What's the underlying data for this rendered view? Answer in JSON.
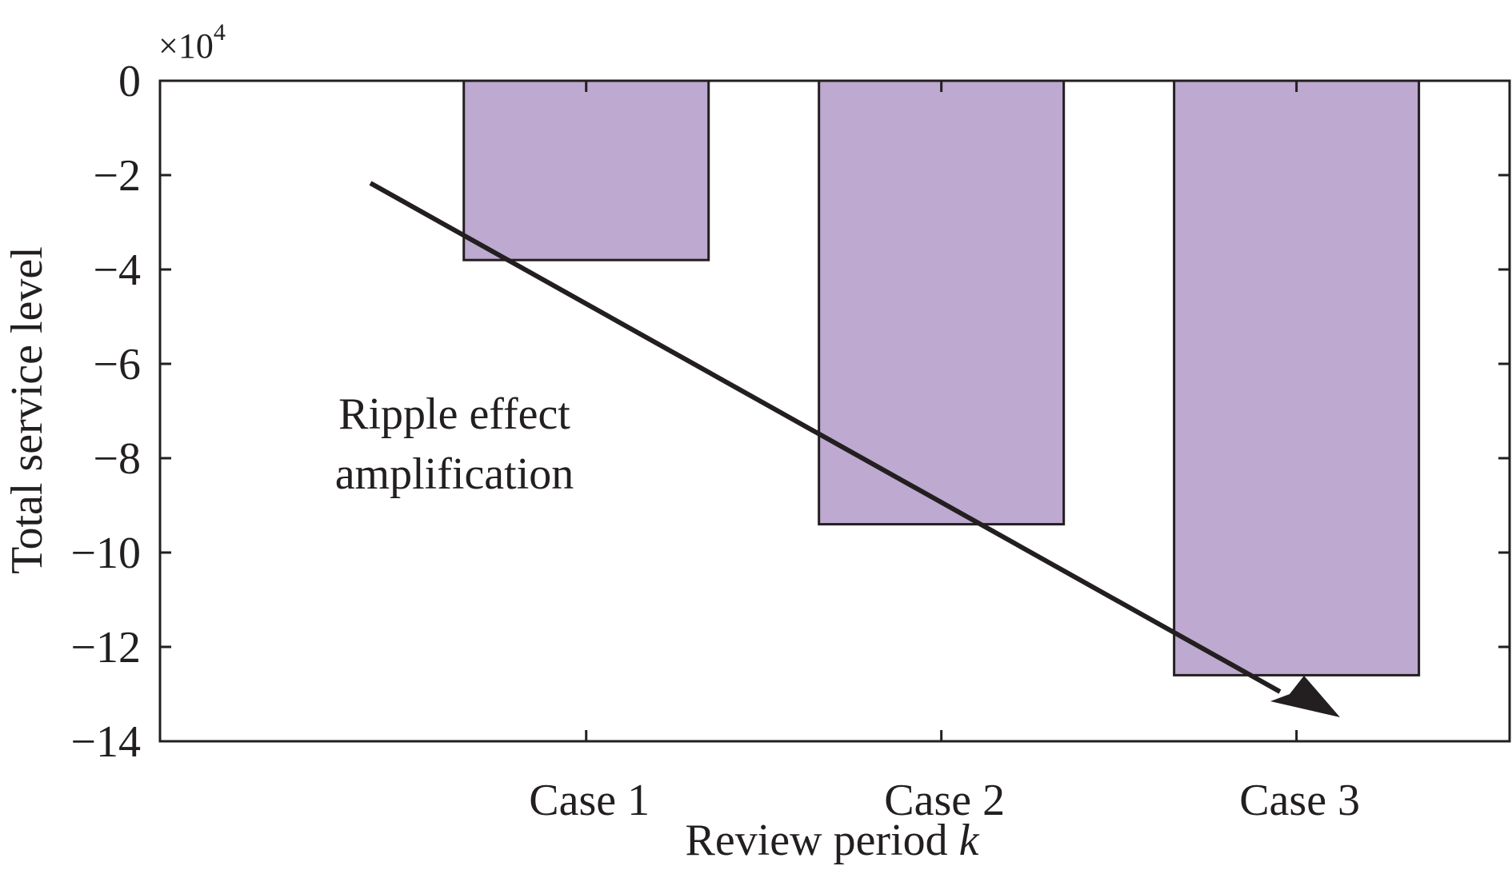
{
  "chart_data": {
    "type": "bar",
    "categories": [
      "Case 1",
      "Case 2",
      "Case 3"
    ],
    "values": [
      -38000,
      -94000,
      -126000
    ],
    "title": "",
    "xlabel": "Review period",
    "xlabel_var": "k",
    "ylabel": "Total service level",
    "ylim": [
      -140000,
      0
    ],
    "yticks": [
      0,
      -2,
      -4,
      -6,
      -8,
      -10,
      -12,
      -14
    ],
    "ytick_labels": [
      "0",
      "−2",
      "−4",
      "−6",
      "−8",
      "−10",
      "−12",
      "−14"
    ],
    "y_exponent_base": "×10",
    "y_exponent_power": "4",
    "annotation": {
      "line1": "Ripple effect",
      "line2": "amplification"
    },
    "grid": false,
    "legend": "none",
    "bar_color": "#bea9d0",
    "edge_color": "#231f20"
  }
}
